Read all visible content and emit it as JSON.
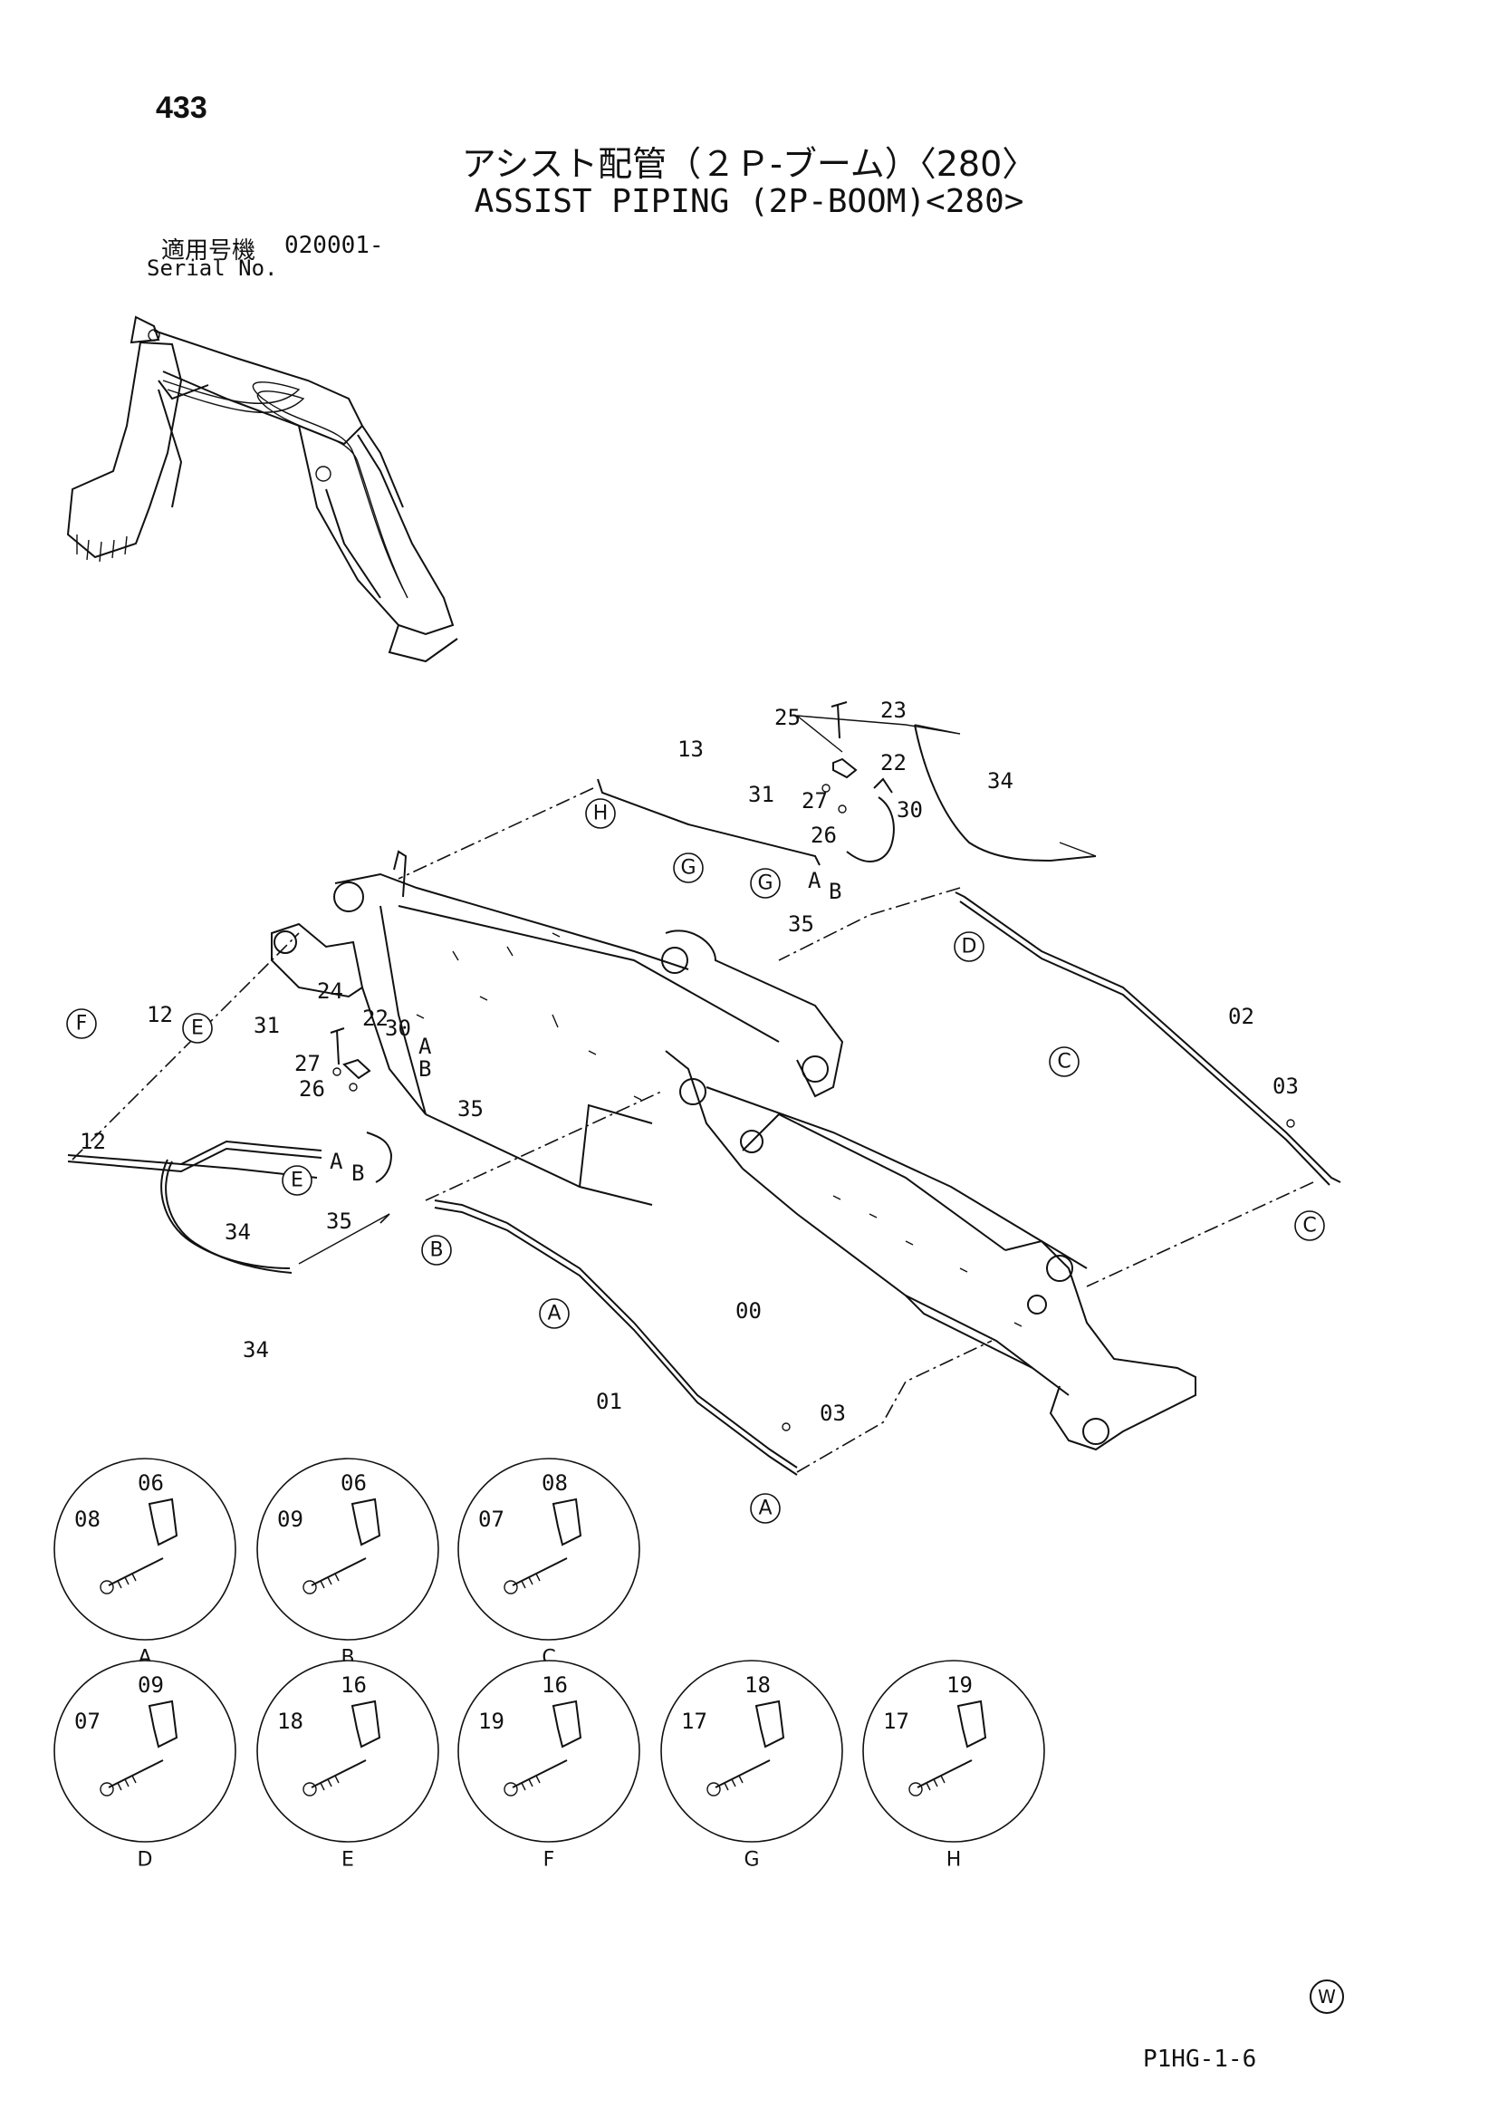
{
  "page_number": "433",
  "title_ja": "アシスト配管（２Ｐ-ブーム）〈280〉",
  "title_en": "ASSIST PIPING (2P-BOOM)<280>",
  "serial_ja": "適用号機",
  "serial_value": "020001-",
  "serial_en": "Serial No.",
  "footer_symbol": "W",
  "footer_code": "P1HG-1-6",
  "part_callouts": [
    {
      "id": "c25",
      "text": "25"
    },
    {
      "id": "c23",
      "text": "23"
    },
    {
      "id": "c22a",
      "text": "22"
    },
    {
      "id": "c31a",
      "text": "31"
    },
    {
      "id": "c27a",
      "text": "27"
    },
    {
      "id": "c30a",
      "text": "30"
    },
    {
      "id": "c26a",
      "text": "26"
    },
    {
      "id": "c34a",
      "text": "34"
    },
    {
      "id": "c13",
      "text": "13"
    },
    {
      "id": "c35a",
      "text": "35"
    },
    {
      "id": "c02",
      "text": "02"
    },
    {
      "id": "c03a",
      "text": "03"
    },
    {
      "id": "c24",
      "text": "24"
    },
    {
      "id": "c31b",
      "text": "31"
    },
    {
      "id": "c22b",
      "text": "22"
    },
    {
      "id": "c27b",
      "text": "27"
    },
    {
      "id": "c30b",
      "text": "30"
    },
    {
      "id": "c26b",
      "text": "26"
    },
    {
      "id": "c35b",
      "text": "35"
    },
    {
      "id": "c35c",
      "text": "35"
    },
    {
      "id": "c12a",
      "text": "12"
    },
    {
      "id": "c12b",
      "text": "12"
    },
    {
      "id": "c34b",
      "text": "34"
    },
    {
      "id": "c34c",
      "text": "34"
    },
    {
      "id": "c00",
      "text": "00"
    },
    {
      "id": "c01",
      "text": "01"
    },
    {
      "id": "c03b",
      "text": "03"
    }
  ],
  "port_labels": [
    {
      "id": "pA1",
      "text": "A"
    },
    {
      "id": "pB1",
      "text": "B"
    },
    {
      "id": "pA2",
      "text": "A"
    },
    {
      "id": "pB2",
      "text": "B"
    },
    {
      "id": "pA3",
      "text": "A"
    },
    {
      "id": "pB3",
      "text": "B"
    }
  ],
  "reference_letters": [
    {
      "id": "rH",
      "text": "H"
    },
    {
      "id": "rG1",
      "text": "G"
    },
    {
      "id": "rG2",
      "text": "G"
    },
    {
      "id": "rD",
      "text": "D"
    },
    {
      "id": "rC1",
      "text": "C"
    },
    {
      "id": "rC2",
      "text": "C"
    },
    {
      "id": "rF",
      "text": "F"
    },
    {
      "id": "rE1",
      "text": "E"
    },
    {
      "id": "rE2",
      "text": "E"
    },
    {
      "id": "rB",
      "text": "B"
    },
    {
      "id": "rA1",
      "text": "A"
    },
    {
      "id": "rA2",
      "text": "A"
    }
  ],
  "detail_views": [
    {
      "label": "A",
      "parts": [
        "08",
        "06"
      ]
    },
    {
      "label": "B",
      "parts": [
        "09",
        "06"
      ]
    },
    {
      "label": "C",
      "parts": [
        "07",
        "08"
      ]
    },
    {
      "label": "D",
      "parts": [
        "07",
        "09"
      ]
    },
    {
      "label": "E",
      "parts": [
        "18",
        "16"
      ]
    },
    {
      "label": "F",
      "parts": [
        "19",
        "16"
      ]
    },
    {
      "label": "G",
      "parts": [
        "17",
        "18"
      ]
    },
    {
      "label": "H",
      "parts": [
        "17",
        "19"
      ]
    }
  ]
}
